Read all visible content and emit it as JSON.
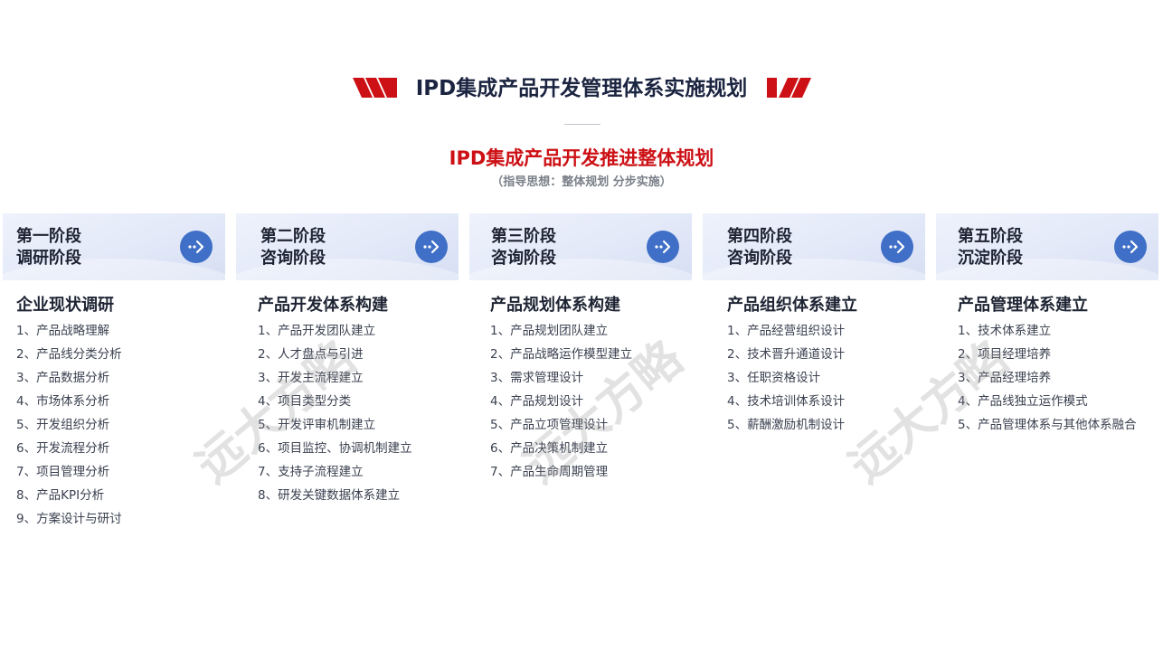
{
  "header": {
    "title": "IPD集成产品开发管理体系实施规划",
    "subtitle": "IPD集成产品开发推进整体规划",
    "guide": "（指导思想：整体规划 分步实施）",
    "accent_color": "#cc1015"
  },
  "watermark": [
    "远大方略",
    "远大方略",
    "远大方略"
  ],
  "stages": [
    {
      "name_line1": "第一阶段",
      "name_line2": "调研阶段",
      "group_title": "企业现状调研",
      "items": [
        "1、产品战略理解",
        "2、产品线分类分析",
        "3、产品数据分析",
        "4、市场体系分析",
        "5、开发组织分析",
        "6、开发流程分析",
        "7、项目管理分析",
        "8、产品KPI分析",
        "9、方案设计与研讨"
      ]
    },
    {
      "name_line1": "第二阶段",
      "name_line2": "咨询阶段",
      "group_title": "产品开发体系构建",
      "items": [
        "1、产品开发团队建立",
        "2、人才盘点与引进",
        "3、开发主流程建立",
        "4、项目类型分类",
        "5、开发评审机制建立",
        "6、项目监控、协调机制建立",
        "7、支持子流程建立",
        "8、研发关键数据体系建立"
      ]
    },
    {
      "name_line1": "第三阶段",
      "name_line2": "咨询阶段",
      "group_title": "产品规划体系构建",
      "items": [
        "1、产品规划团队建立",
        "2、产品战略运作模型建立",
        "3、需求管理设计",
        "4、产品规划设计",
        "5、产品立项管理设计",
        "6、产品决策机制建立",
        "7、产品生命周期管理"
      ]
    },
    {
      "name_line1": "第四阶段",
      "name_line2": "咨询阶段",
      "group_title": "产品组织体系建立",
      "items": [
        "1、产品经营组织设计",
        "2、技术晋升通道设计",
        "3、任职资格设计",
        "4、技术培训体系设计",
        "5、薪酬激励机制设计"
      ]
    },
    {
      "name_line1": "第五阶段",
      "name_line2": "沉淀阶段",
      "group_title": "产品管理体系建立",
      "items": [
        "1、技术体系建立",
        "2、项目经理培养",
        "3、产品经理培养",
        "4、产品线独立运作模式",
        "5、产品管理体系与其他体系融合"
      ]
    }
  ]
}
